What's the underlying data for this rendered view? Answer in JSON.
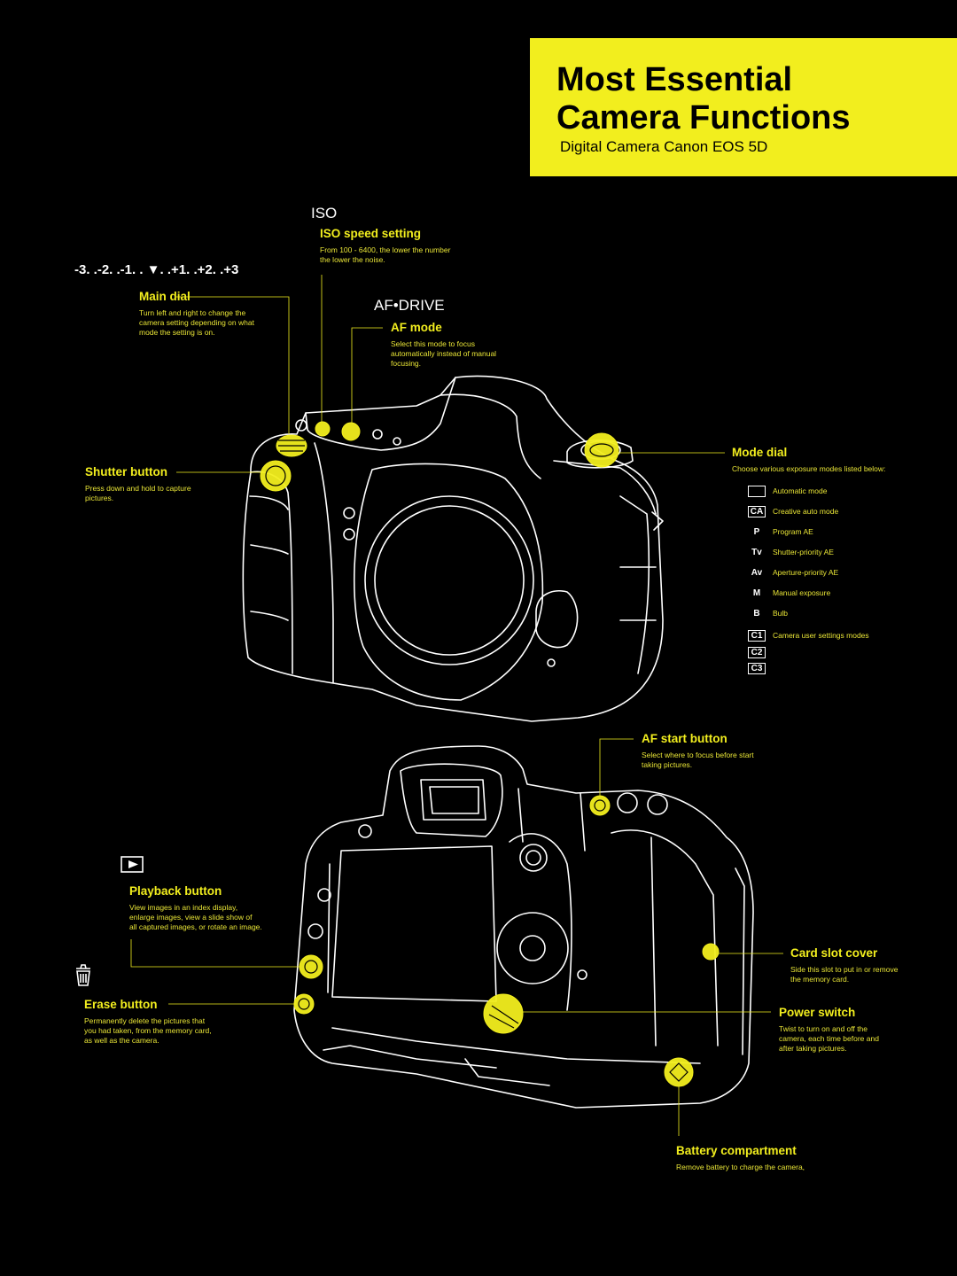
{
  "title": {
    "line1": "Most Essential",
    "line2": "Camera Functions",
    "subtitle": "Digital Camera Canon EOS 5D"
  },
  "scale": {
    "text": "-3. .-2. .-1. . ▼. .+1. .+2. .+3"
  },
  "icons": {
    "iso": "ISO",
    "afdrive": "AF•DRIVE"
  },
  "callouts": {
    "iso": {
      "label": "ISO speed setting",
      "desc": "From 100 - 6400, the lower the number\nthe lower the noise."
    },
    "main_dial": {
      "label": "Main dial",
      "desc": "Turn left and right to change the\ncamera setting depending on what\nmode the setting is on."
    },
    "af_mode": {
      "label": "AF mode",
      "desc": "Select this mode to focus\nautomatically instead of manual\nfocusing."
    },
    "shutter": {
      "label": "Shutter button",
      "desc": "Press down and hold to capture\npictures."
    },
    "mode_dial": {
      "label": "Mode dial",
      "desc": "Choose various exposure modes listed below:"
    },
    "af_start": {
      "label": "AF start button",
      "desc": "Select where to focus before start\ntaking pictures."
    },
    "playback": {
      "label": "Playback button",
      "desc": "View images in an index display,\nenlarge images, view a slide show of\nall captured images, or rotate an image."
    },
    "erase": {
      "label": "Erase button",
      "desc": "Permanently delete the pictures that\nyou had taken, from the memory card,\nas well as the camera."
    },
    "card_slot": {
      "label": "Card slot cover",
      "desc": "Side this slot to put in or remove\nthe memory card."
    },
    "power": {
      "label": "Power switch",
      "desc": "Twist to turn on and off the\ncamera, each time before and\nafter taking pictures."
    },
    "battery": {
      "label": "Battery compartment",
      "desc": "Remove battery to charge the camera,"
    }
  },
  "modes": [
    {
      "symbol": "",
      "label": "Automatic mode",
      "boxed": true
    },
    {
      "symbol": "CA",
      "label": "Creative auto mode",
      "boxed": true
    },
    {
      "symbol": "P",
      "label": "Program AE",
      "boxed": false
    },
    {
      "symbol": "Tv",
      "label": "Shutter-priority AE",
      "boxed": false
    },
    {
      "symbol": "Av",
      "label": "Aperture-priority AE",
      "boxed": false
    },
    {
      "symbol": "M",
      "label": "Manual exposure",
      "boxed": false
    },
    {
      "symbol": "B",
      "label": "Bulb",
      "boxed": false
    },
    {
      "symbol": "C1",
      "label": "Camera user settings modes",
      "boxed": true
    },
    {
      "symbol": "C2",
      "label": "",
      "boxed": true
    },
    {
      "symbol": "C3",
      "label": "",
      "boxed": true
    }
  ],
  "colors": {
    "accent": "#f2ee1e",
    "background": "#000000",
    "line": "#ffffff"
  }
}
